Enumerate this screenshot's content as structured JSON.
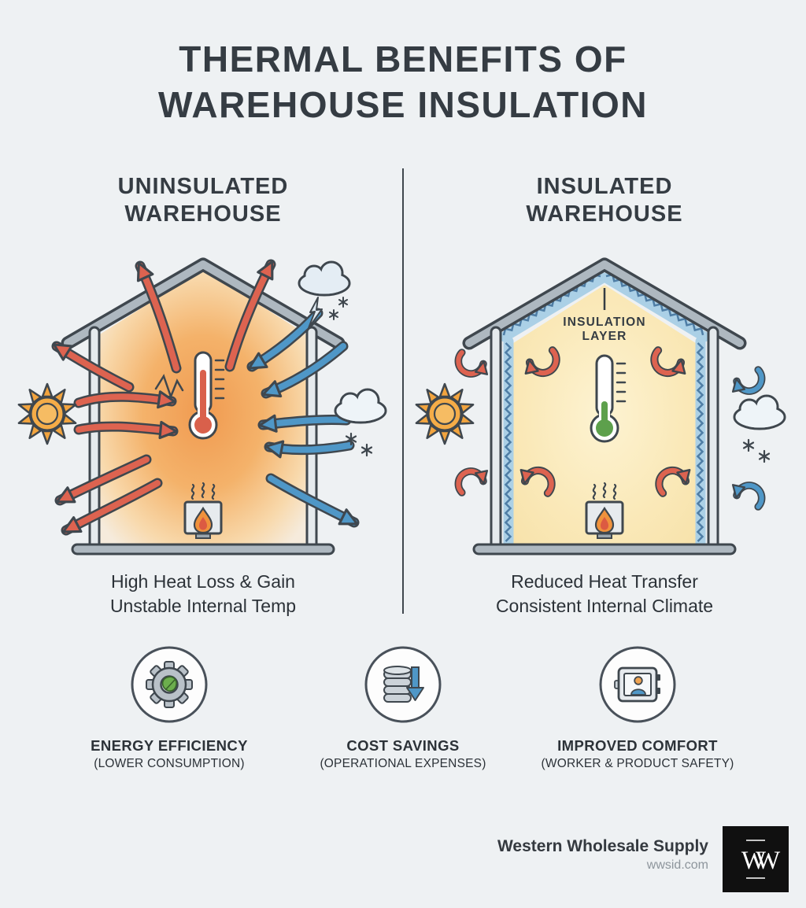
{
  "title": {
    "line1": "THERMAL BENEFITS OF",
    "line2": "WAREHOUSE INSULATION"
  },
  "uninsulated": {
    "heading_line1": "UNINSULATED",
    "heading_line2": "WAREHOUSE",
    "caption_line1": "High Heat Loss & Gain",
    "caption_line2": "Unstable Internal Temp"
  },
  "insulated": {
    "heading_line1": "INSULATED",
    "heading_line2": "WAREHOUSE",
    "insulation_label_line1": "INSULATION",
    "insulation_label_line2": "LAYER",
    "caption_line1": "Reduced Heat Transfer",
    "caption_line2": "Consistent Internal Climate"
  },
  "benefits": [
    {
      "name": "energy-efficiency",
      "icon": "gear-leaf-icon",
      "title": "ENERGY EFFICIENCY",
      "subtitle": "(LOWER CONSUMPTION)"
    },
    {
      "name": "cost-savings",
      "icon": "coin-stack-down-arrow-icon",
      "title": "COST SAVINGS",
      "subtitle": "(OPERATIONAL EXPENSES)"
    },
    {
      "name": "improved-comfort",
      "icon": "safe-person-icon",
      "title": "IMPROVED COMFORT",
      "subtitle": "(WORKER & PRODUCT SAFETY)"
    }
  ],
  "footer": {
    "brand": "Western Wholesale Supply",
    "website": "wwsid.com",
    "logo_monogram": "WW"
  },
  "colors": {
    "background": "#eef1f3",
    "text_dark": "#353c43",
    "heat_red": "#dd6350",
    "cold_blue": "#4f97c7",
    "warm_glow": "#f5a95c",
    "insulation_blue": "#abd0e6",
    "leaf_green": "#6cae4d",
    "sun_orange": "#f2a43e"
  }
}
